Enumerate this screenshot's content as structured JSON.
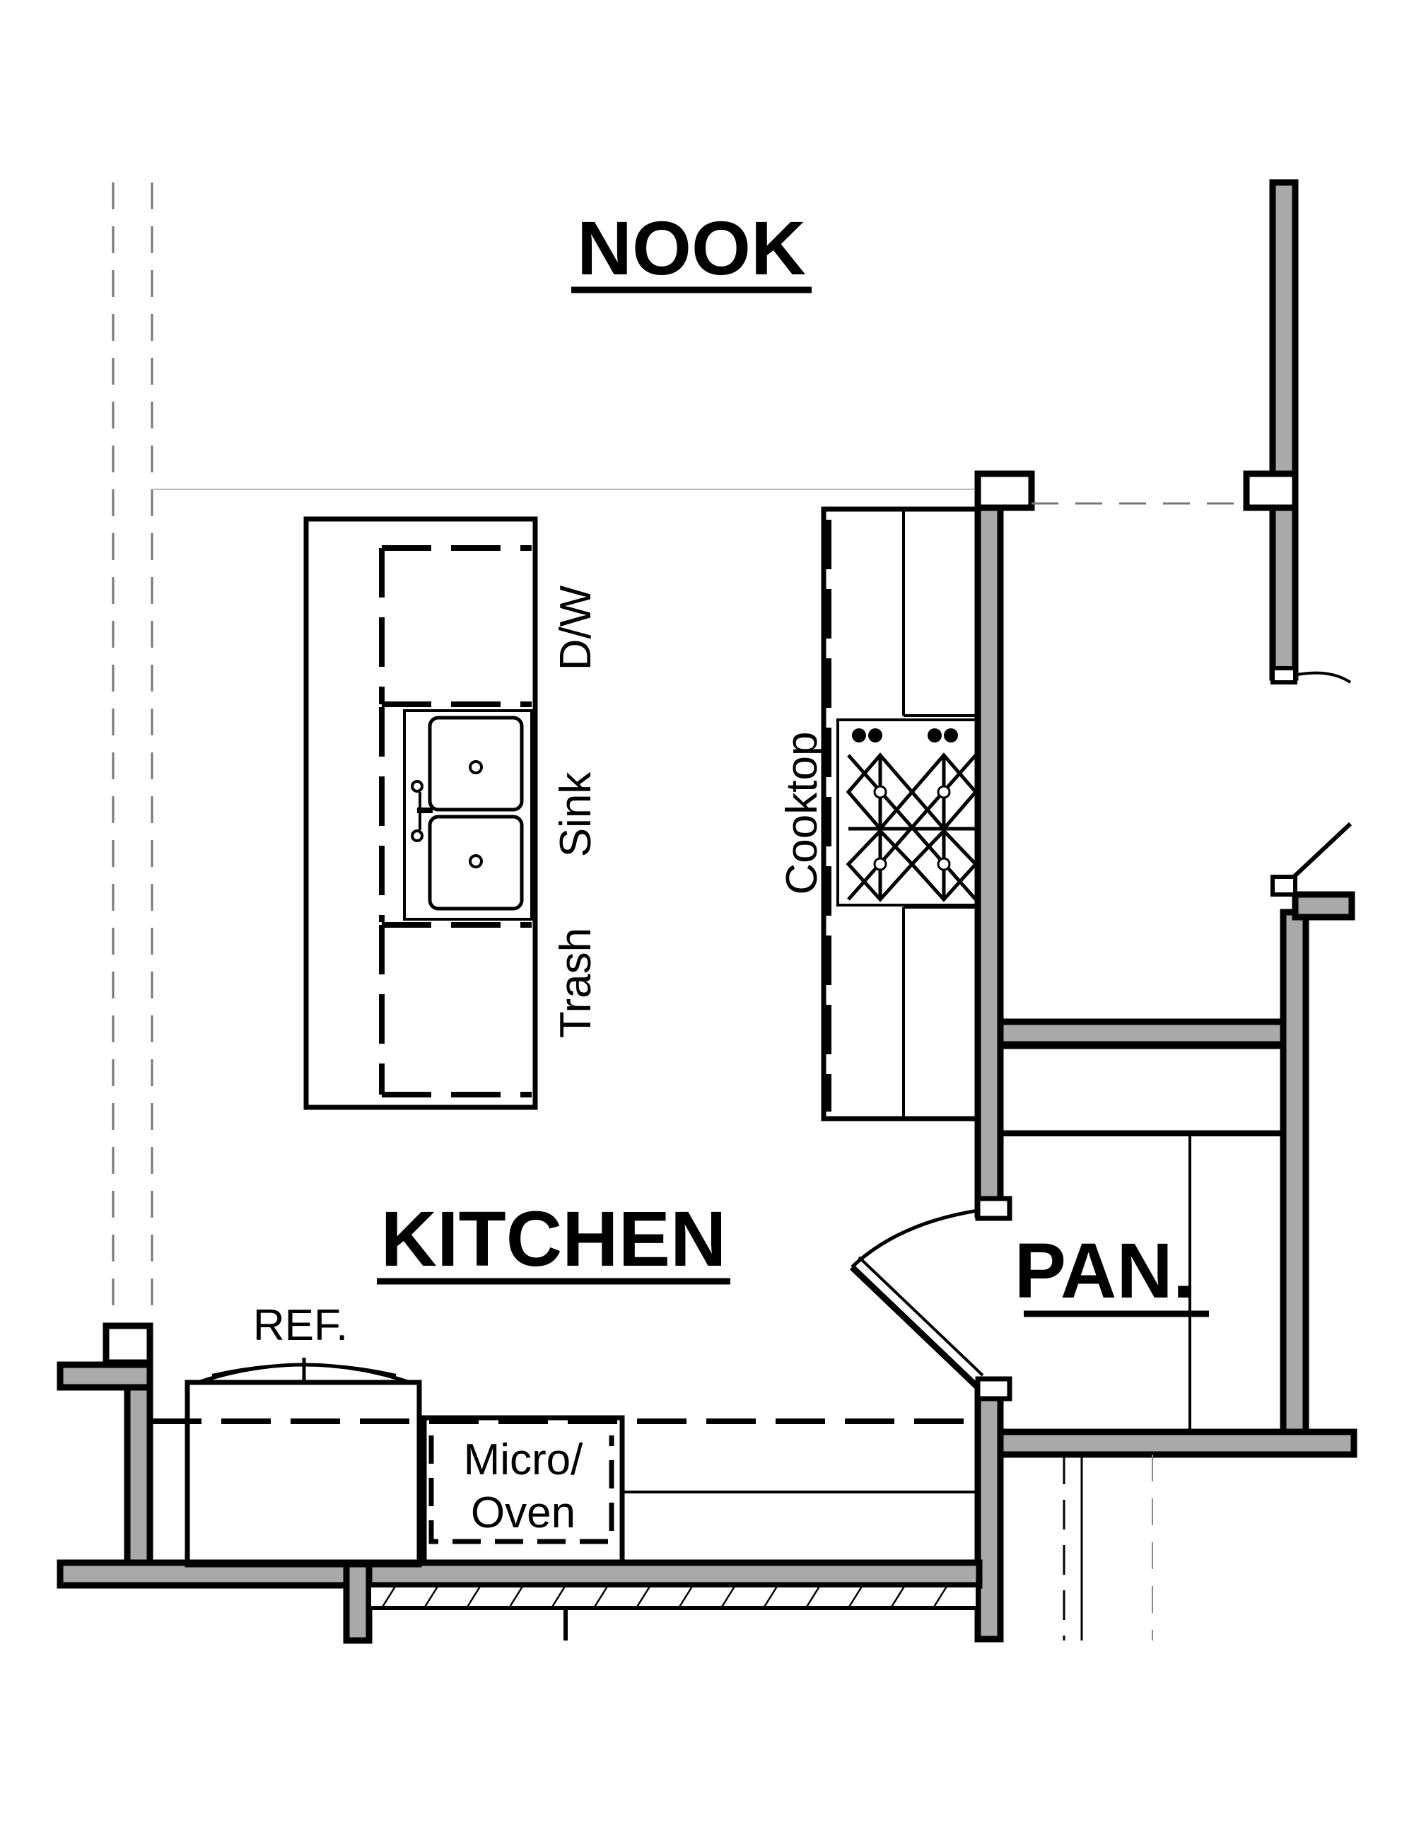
{
  "rooms": {
    "nook": "NOOK",
    "kitchen": "KITCHEN",
    "pantry": "PAN."
  },
  "fixtures": {
    "dishwasher": "D/W",
    "sink": "Sink",
    "trash": "Trash",
    "cooktop": "Cooktop",
    "refrigerator": "REF.",
    "micro_line1": "Micro/",
    "micro_line2": "Oven"
  }
}
